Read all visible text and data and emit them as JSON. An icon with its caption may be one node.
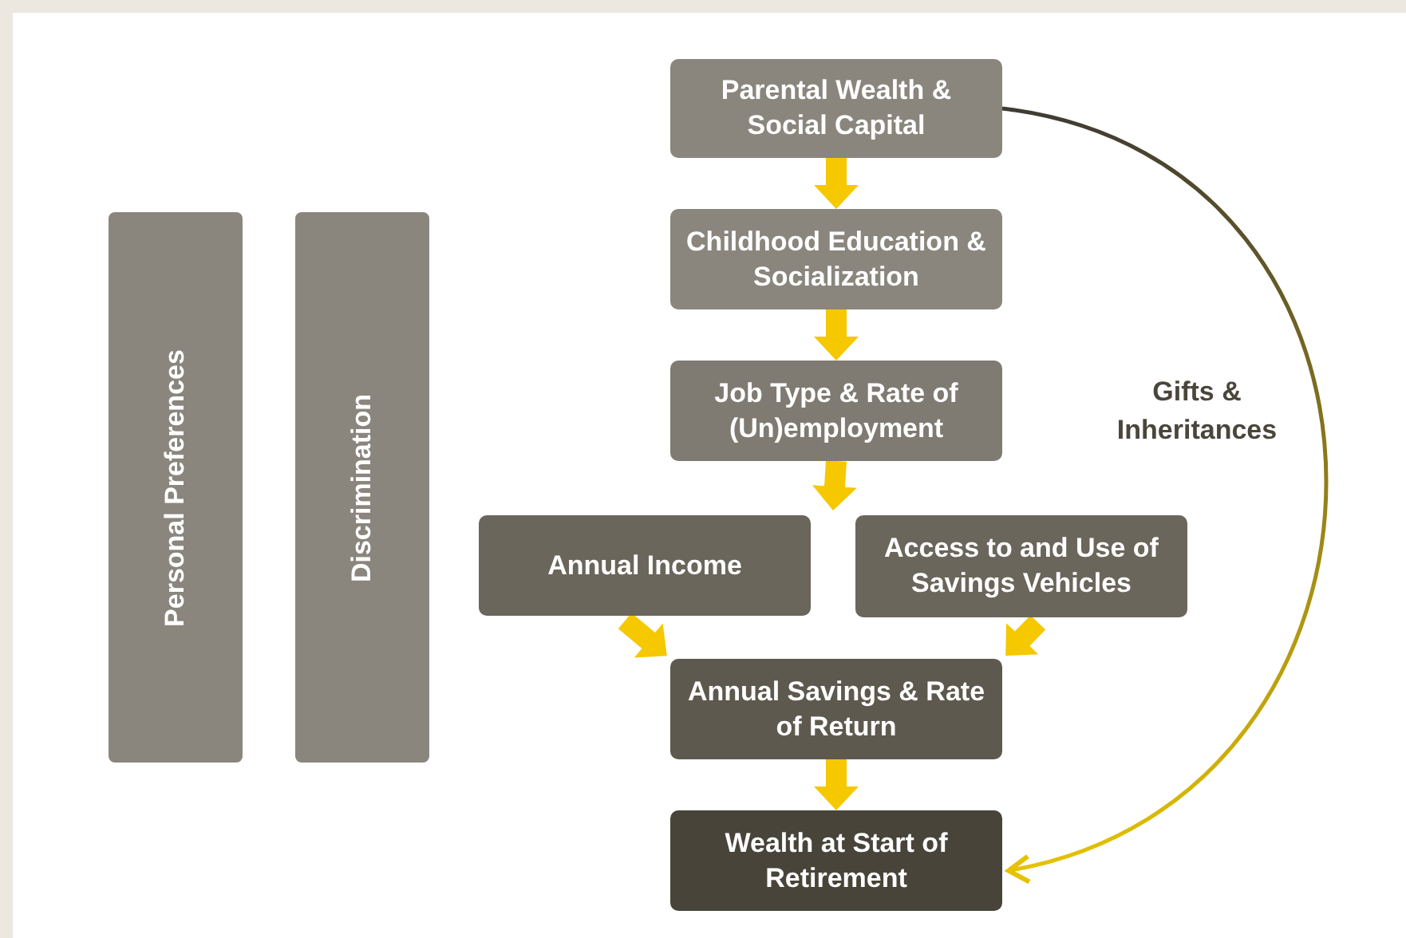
{
  "diagram": {
    "nodes": [
      {
        "text": [
          "Personal Preferences"
        ]
      },
      {
        "text": [
          "Discrimination"
        ]
      },
      {
        "text": [
          "Parental Wealth & Social Capital"
        ]
      },
      {
        "text": [
          "Childhood Education & Socialization"
        ]
      },
      {
        "text": [
          "Job Type & Rate of (Un)employment"
        ]
      },
      {
        "text": [
          "Annual Income"
        ]
      },
      {
        "text": [
          "Access to and Use of Savings Vehicles"
        ]
      },
      {
        "text": [
          "Annual Savings & Rate of Return"
        ]
      },
      {
        "text": [
          "Wealth at Start of Retirement"
        ]
      }
    ],
    "edges": [
      {
        "from": 2,
        "to": 3,
        "arrow": "to"
      },
      {
        "from": 3,
        "to": 4,
        "arrow": "to"
      },
      {
        "from": 4,
        "to": 5,
        "arrow": "to"
      },
      {
        "from": 4,
        "to": 6,
        "arrow": "to"
      },
      {
        "from": 5,
        "to": 7,
        "arrow": "to"
      },
      {
        "from": 6,
        "to": 7,
        "arrow": "to"
      },
      {
        "from": 7,
        "to": 8,
        "arrow": "to"
      },
      {
        "from": 2,
        "to": 8,
        "arrow": "to",
        "label": "Gifts & Inheritances",
        "color": "#e6c200"
      }
    ]
  }
}
